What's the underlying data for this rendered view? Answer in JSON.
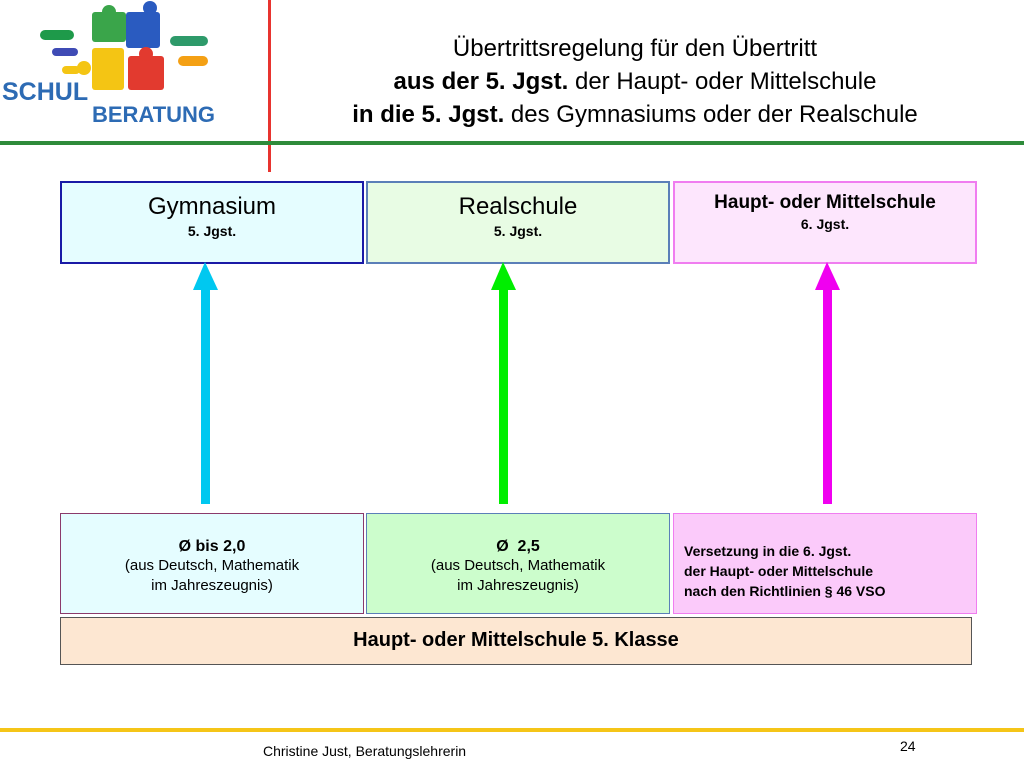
{
  "logo": {
    "text_schul": "SCHUL",
    "text_beratung": "BERATUNG"
  },
  "title": {
    "line1": "Übertrittsregelung für den Übertritt",
    "line2_bold": "aus der 5. Jgst.",
    "line2_rest": " der Haupt- oder Mittelschule",
    "line3_bold": "in die 5. Jgst.",
    "line3_rest": " des Gymnasiums oder der Realschule"
  },
  "targets": [
    {
      "title": "Gymnasium",
      "sub": "5. Jgst."
    },
    {
      "title": "Realschule",
      "sub": "5. Jgst."
    },
    {
      "title": "Haupt- oder Mittelschule",
      "sub": "6. Jgst."
    }
  ],
  "requirements": [
    {
      "head": "Ø bis 2,0",
      "line1": "(aus Deutsch, Mathematik",
      "line2": "im Jahreszeugnis)"
    },
    {
      "head": "Ø  2,5",
      "line1": "(aus Deutsch, Mathematik",
      "line2": "im Jahreszeugnis)"
    },
    {
      "line1": "Versetzung in die 6. Jgst.",
      "line2": "der Haupt- oder Mittelschule",
      "line3": "nach den Richtlinien § 46 VSO"
    }
  ],
  "base": "Haupt- oder Mittelschule 5. Klasse",
  "colors": {
    "arrow_gym": "#00c8f0",
    "arrow_real": "#00ee00",
    "arrow_haupt": "#f000f0"
  },
  "footer": {
    "author": "Christine Just, Beratungslehrerin",
    "page": "24"
  }
}
